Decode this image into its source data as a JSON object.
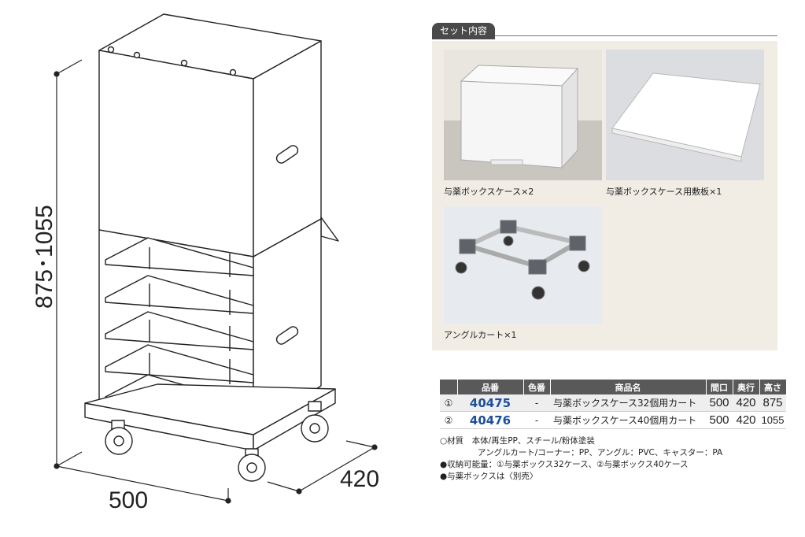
{
  "dimensions": {
    "height": "875･1055",
    "width": "500",
    "depth": "420"
  },
  "set_contents": {
    "tab_label": "セット内容",
    "items": [
      {
        "caption": "与薬ボックスケース×2"
      },
      {
        "caption": "与薬ボックスケース用敷板×1"
      },
      {
        "caption": "アングルカート×1"
      }
    ]
  },
  "table": {
    "headers": [
      "品番",
      "色番",
      "商品名",
      "間口",
      "奥行",
      "高さ"
    ],
    "rows": [
      {
        "no": "①",
        "code": "40475",
        "color": "-",
        "name": "与薬ボックスケース32個用カート",
        "w": "500",
        "d": "420",
        "h": "875"
      },
      {
        "no": "②",
        "code": "40476",
        "color": "-",
        "name": "与薬ボックスケース40個用カート",
        "w": "500",
        "d": "420",
        "h": "1055"
      }
    ]
  },
  "notes": {
    "material": "○材質　本体/再生PP、スチール/粉体塗装",
    "material_detail": "アングルカート/コーナー：PP、アングル：PVC、キャスター：PA",
    "capacity": "●収納可能量：①与薬ボックス32ケース、②与薬ボックス40ケース",
    "sold_separately": "●与薬ボックスは〈別売〉"
  }
}
